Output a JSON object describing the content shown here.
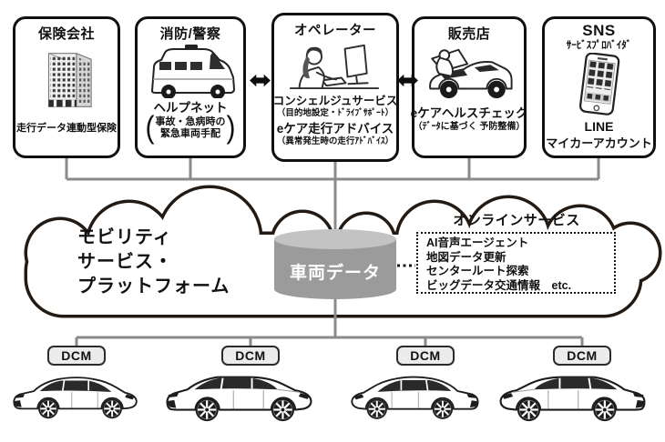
{
  "boxes": [
    {
      "title": "保険会社",
      "icon": "building-icon",
      "caption": "走行データ連動型保険"
    },
    {
      "title": "消防/警察",
      "icon": "ambulance-icon",
      "service": "ヘルプネット",
      "bracket_open": "(",
      "bracket_close": ")",
      "bracket_line1": "事故・急病時の",
      "bracket_line2": "緊急車両手配"
    },
    {
      "title": "オペレーター",
      "icon": "operator-icon",
      "service1": "コンシェルジュサービス",
      "note1": "（目的地設定・ﾄﾞﾗｲﾌﾞｻﾎﾟｰﾄ）",
      "service2": "eケア走行アドバイス",
      "note2": "（異常発生時の走行ｱﾄﾞﾊﾞｲｽ）"
    },
    {
      "title": "販売店",
      "icon": "mechanic-car-icon",
      "service": "eケアヘルスチェック",
      "note": "（ﾃﾞｰﾀに基づく 予防整備）"
    },
    {
      "title": "SNS",
      "icon": "smartphone-icon",
      "subtitle": "ｻｰﾋﾞｽﾌﾟﾛﾊﾞｲﾀﾞ",
      "line1": "LINE",
      "line2": "マイカーアカウント"
    }
  ],
  "platform": {
    "line1": "モビリティ",
    "line2": "サービス・",
    "line3": "プラットフォーム",
    "database": "車両データ"
  },
  "online_services": {
    "title": "オンラインサービス",
    "items": [
      "AI音声エージェント",
      "地図データ更新",
      "センタールート探索",
      "ビッグデータ交通情報　etc."
    ]
  },
  "dcm": {
    "label": "DCM"
  },
  "colors": {
    "cloud_stroke": "#241a14",
    "connector": "#8a8a8a",
    "cylinder_body": "#9b9b9b",
    "cylinder_top": "#c3c3c3",
    "dcm_fill": "#ececec",
    "box_border": "#101010"
  }
}
